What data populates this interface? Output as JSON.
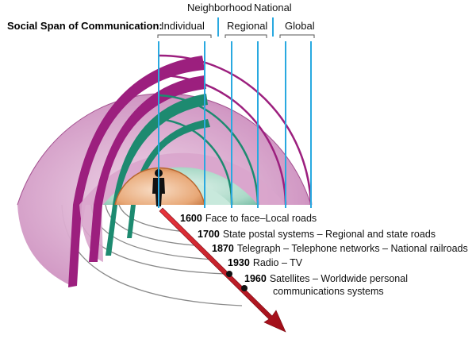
{
  "title": "Social Span of Communication:",
  "spans": {
    "individual": "Individual",
    "neighborhood": "Neighborhood",
    "national": "National",
    "regional": "Regional",
    "global": "Global"
  },
  "eras": [
    {
      "year": "1600",
      "text": "Face to face–Local roads",
      "text2": ""
    },
    {
      "year": "1700",
      "text": "State postal systems – Regional and state roads",
      "text2": ""
    },
    {
      "year": "1870",
      "text": "Telegraph – Telephone networks – National railroads",
      "text2": ""
    },
    {
      "year": "1930",
      "text": "Radio – TV",
      "text2": ""
    },
    {
      "year": "1960",
      "text": "Satellites – Worldwide personal",
      "text2": "communications systems"
    }
  ],
  "colors": {
    "outer_shell": "#c98ab9",
    "outer_rim": "#9c1f7e",
    "inner_shell": "#a8d8c6",
    "inner_rim": "#1d8a70",
    "core": "#e3a070",
    "core_rim": "#b8662e",
    "span_lines": "#29a9e0",
    "arrow": "#c0141e"
  },
  "icons": {
    "person": "person-silhouette-icon",
    "arrow": "arrow-icon"
  }
}
